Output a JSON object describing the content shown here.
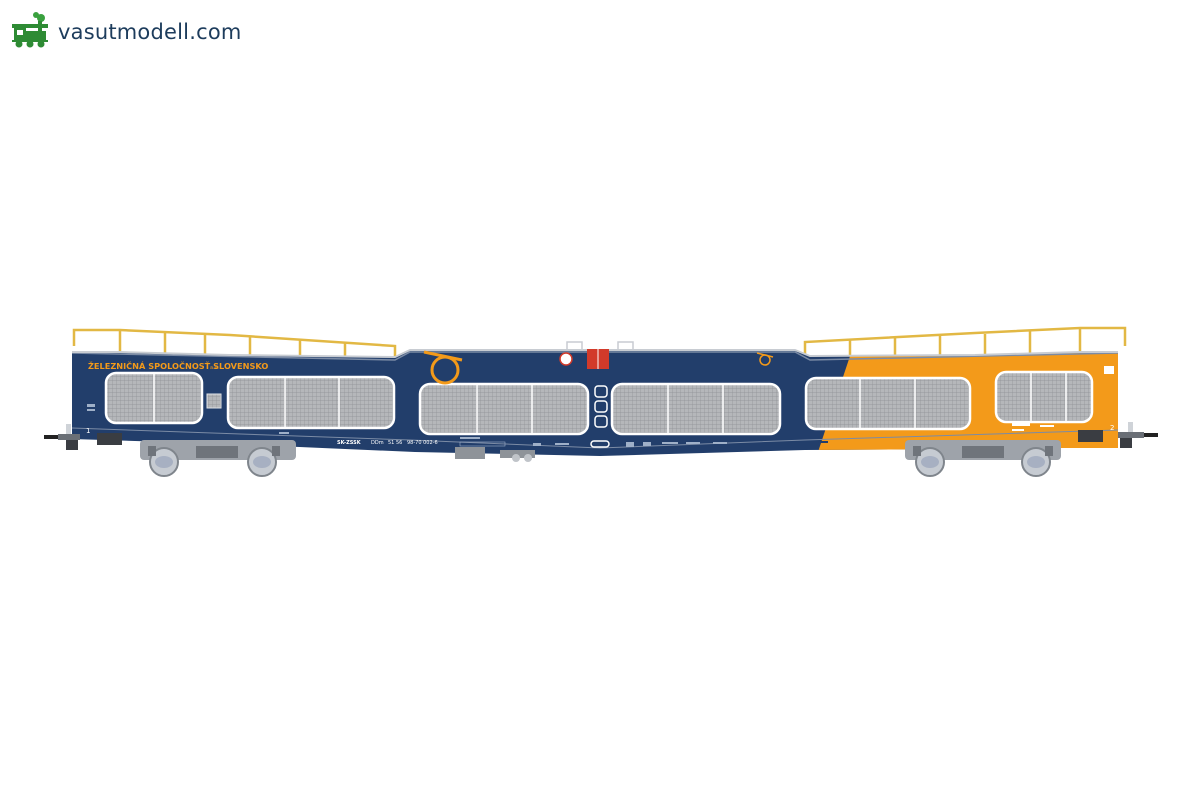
{
  "brand": {
    "text": "vasutmodell.com",
    "icon": "steam-locomotive-icon",
    "icon_color": "#2e8b34",
    "text_color": "#1d3c5c"
  },
  "wagon": {
    "operator_text": "ŽELEZNIČNÁ SPOLOČNOSŤ SLOVENSKO",
    "operator_suffix": "a.s.",
    "class_label": "DDm",
    "country_code": "SK-ZSSK",
    "number_left": "51 56",
    "number_right": "98-70 002-6",
    "end_marker_left": "1",
    "end_marker_right": "2",
    "colors": {
      "body_blue": "#223e6b",
      "body_orange": "#f39a1a",
      "rail_yellow": "#e9c24c",
      "window_grey": "#a9abae",
      "bogie_grey": "#9ea3aa"
    }
  }
}
